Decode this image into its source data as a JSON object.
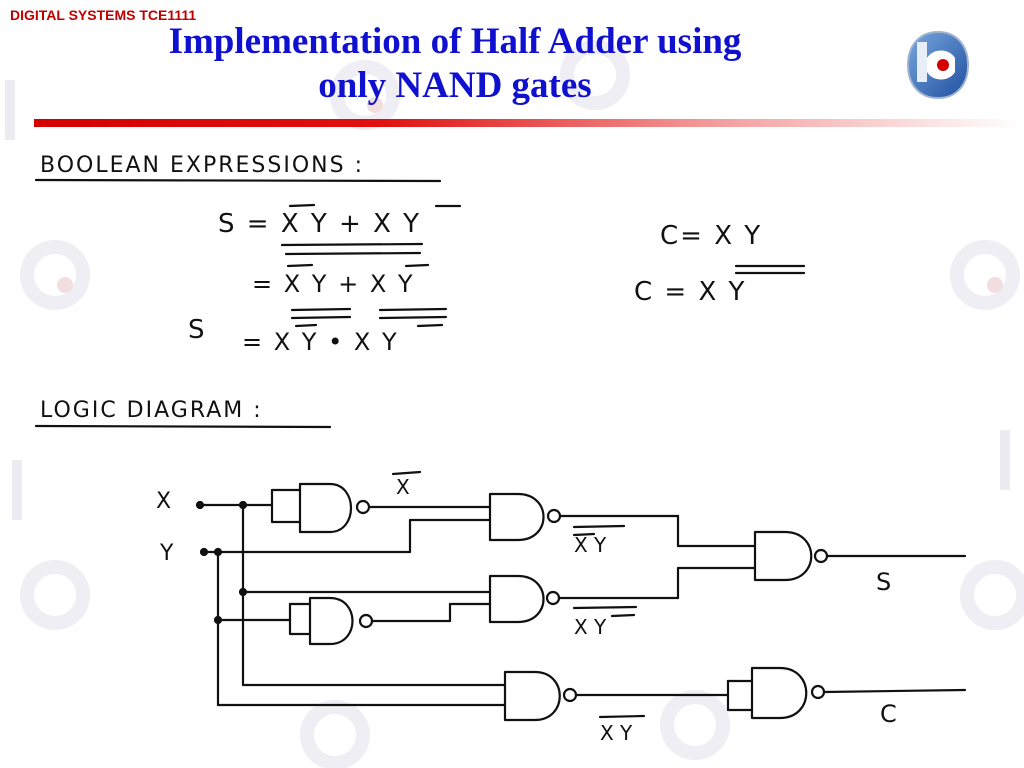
{
  "header": {
    "course": "DIGITAL SYSTEMS TCE1111",
    "title_line1": "Implementation of Half Adder using",
    "title_line2": "only NAND gates"
  },
  "colors": {
    "title": "#1010d0",
    "course": "#c00000",
    "accent": "#d40000"
  },
  "logo": {
    "icon": "university-logo-icon"
  },
  "boolean": {
    "heading": "BOOLEAN  EXPRESSIONS :",
    "s_eq1": "S =  X Y  + X Y",
    "s_eq2": "=  X Y + X Y",
    "s_eq3_lhs": "S",
    "s_eq3": "=   X Y • X Y",
    "c_eq1": "C=  X Y",
    "c_eq2": "C  =   X Y"
  },
  "logic": {
    "heading": "LOGIC  DIAGRAM :",
    "input_x": "X",
    "input_y": "Y",
    "label_xbar": "X",
    "label_xbar_y": "X Y",
    "label_x_ybar": "X Y",
    "label_xy_nand": "X Y",
    "output_s": "S",
    "output_c": "C"
  }
}
